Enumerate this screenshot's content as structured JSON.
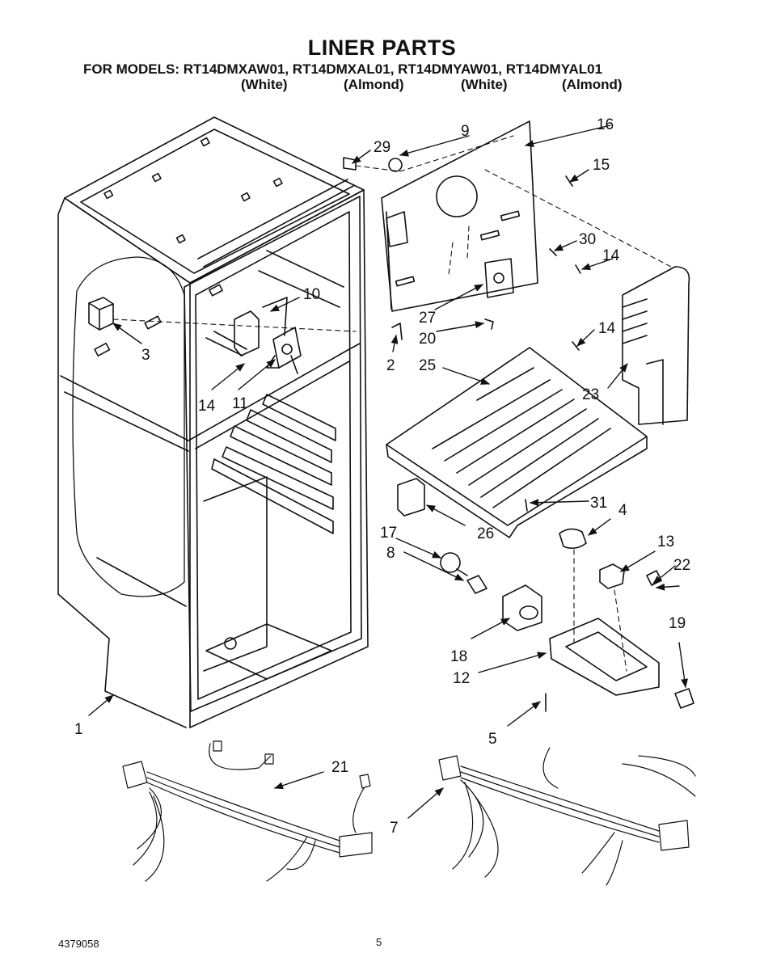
{
  "title": "LINER PARTS",
  "models_line": "FOR MODELS: RT14DMXAW01, RT14DMXAL01, RT14DMYAW01, RT14DMYAL01",
  "variants": [
    "(White)",
    "(Almond)",
    "(White)",
    "(Almond)"
  ],
  "callouts": [
    "1",
    "2",
    "3",
    "4",
    "5",
    "7",
    "8",
    "9",
    "10",
    "11",
    "12",
    "13",
    "14",
    "14",
    "14",
    "14",
    "15",
    "16",
    "17",
    "18",
    "19",
    "20",
    "21",
    "22",
    "23",
    "25",
    "26",
    "27",
    "29",
    "30",
    "31"
  ],
  "footer": {
    "doc_number": "4379058",
    "page_number": "5"
  }
}
